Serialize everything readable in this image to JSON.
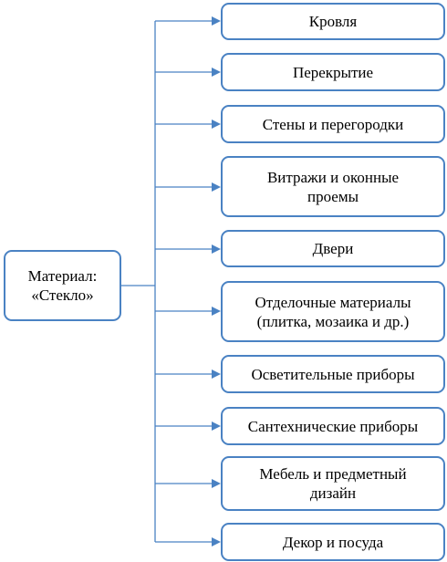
{
  "diagram": {
    "root": {
      "line1": "Материал:",
      "line2": "«Стекло»"
    },
    "items": [
      {
        "line1": "Кровля"
      },
      {
        "line1": "Перекрытие"
      },
      {
        "line1": "Стены и перегородки"
      },
      {
        "line1": "Витражи и оконные",
        "line2": "проемы"
      },
      {
        "line1": "Двери"
      },
      {
        "line1": "Отделочные материалы",
        "line2": "(плитка, мозаика и др.)"
      },
      {
        "line1": "Осветительные приборы"
      },
      {
        "line1": "Сантехнические приборы"
      },
      {
        "line1": "Мебель и предметный",
        "line2": "дизайн"
      },
      {
        "line1": "Декор и посуда"
      }
    ],
    "colors": {
      "box_border": "#4a82c3",
      "connector": "#4a82c3",
      "text": "#000000",
      "background": "#ffffff"
    }
  }
}
